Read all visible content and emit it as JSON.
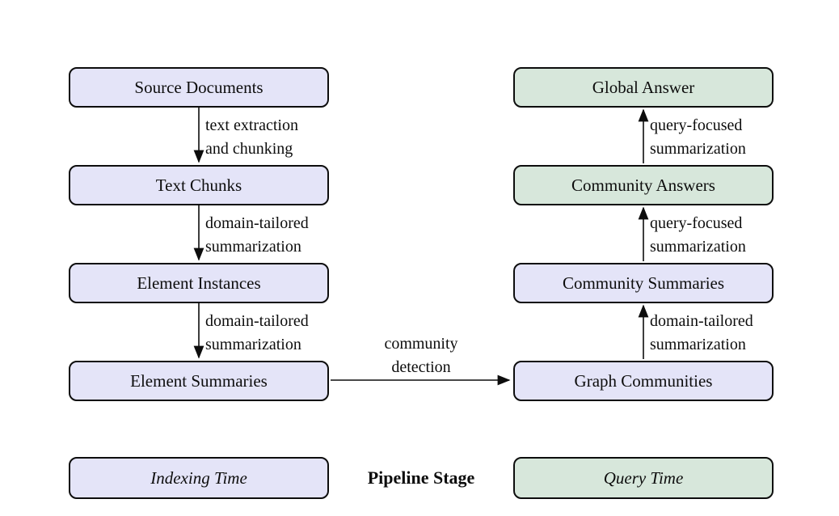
{
  "figure": {
    "description": "Pipeline flow diagram with an indexing-time column and a query-time column",
    "indexing_column": {
      "boxes": [
        {
          "label": "Source Documents"
        },
        {
          "label": "Text Chunks"
        },
        {
          "label": "Element Instances"
        },
        {
          "label": "Element Summaries"
        }
      ],
      "edges": [
        {
          "line1": "text extraction",
          "line2": "and chunking"
        },
        {
          "line1": "domain-tailored",
          "line2": "summarization"
        },
        {
          "line1": "domain-tailored",
          "line2": "summarization"
        }
      ]
    },
    "query_column": {
      "boxes": [
        {
          "label": "Global Answer"
        },
        {
          "label": "Community Answers"
        },
        {
          "label": "Community Summaries"
        },
        {
          "label": "Graph Communities"
        }
      ],
      "edges": [
        {
          "line1": "query-focused",
          "line2": "summarization"
        },
        {
          "line1": "query-focused",
          "line2": "summarization"
        },
        {
          "line1": "domain-tailored",
          "line2": "summarization"
        }
      ]
    },
    "cross_edge": {
      "line1": "community",
      "line2": "detection"
    },
    "legend": {
      "indexing_label": "Indexing Time",
      "center_label": "Pipeline Stage",
      "query_label": "Query Time"
    },
    "colors": {
      "indexing_fill": "#E4E4F8",
      "query_fill": "#D7E7DB",
      "stroke": "#0d0d0d",
      "background": "#ffffff"
    }
  }
}
